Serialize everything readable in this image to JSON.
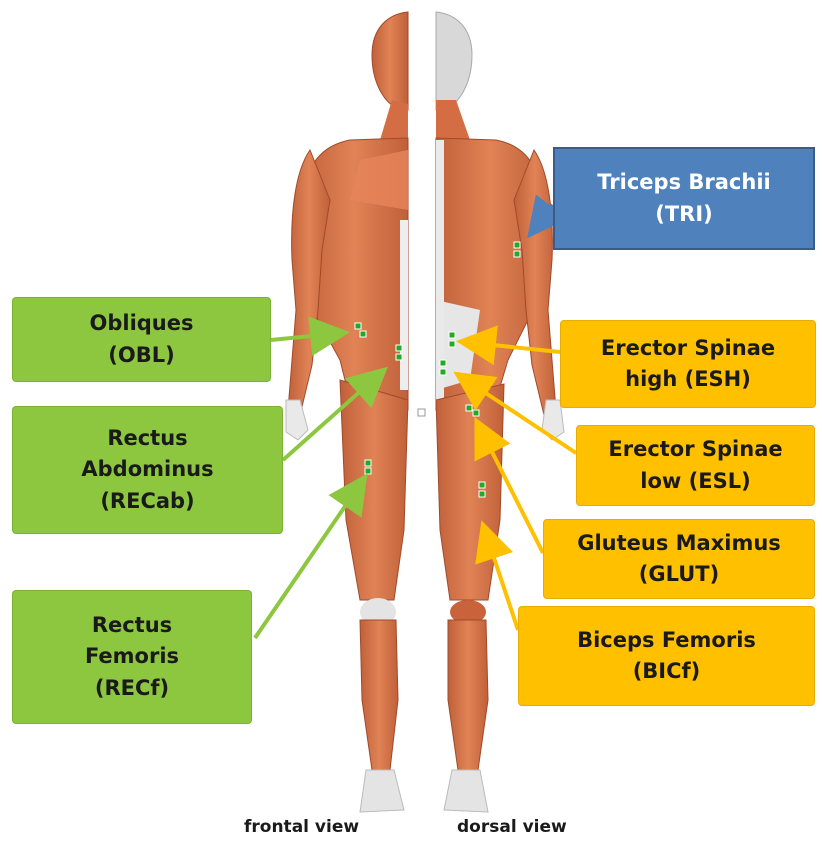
{
  "labels": {
    "obl": "Obliques\n(OBL)",
    "recab": "Rectus\nAbdominus\n(RECab)",
    "recf": "Rectus\nFemoris\n(RECf)",
    "tri": "Triceps Brachii\n(TRI)",
    "esh": "Erector Spinae\nhigh (ESH)",
    "esl": "Erector Spinae\nlow  (ESL)",
    "glut": "Gluteus Maximus\n(GLUT)",
    "bicf": "Biceps Femoris\n(BICf)"
  },
  "captions": {
    "frontal": "frontal view",
    "dorsal": "dorsal view"
  },
  "colors": {
    "green_box": "#8dc63f",
    "orange_box": "#ffc000",
    "blue_box": "#4f81bd",
    "muscle": "#d9744a",
    "muscle_dark": "#b85a35",
    "tendon": "#e8e8e8",
    "electrode": "#22aa22"
  }
}
